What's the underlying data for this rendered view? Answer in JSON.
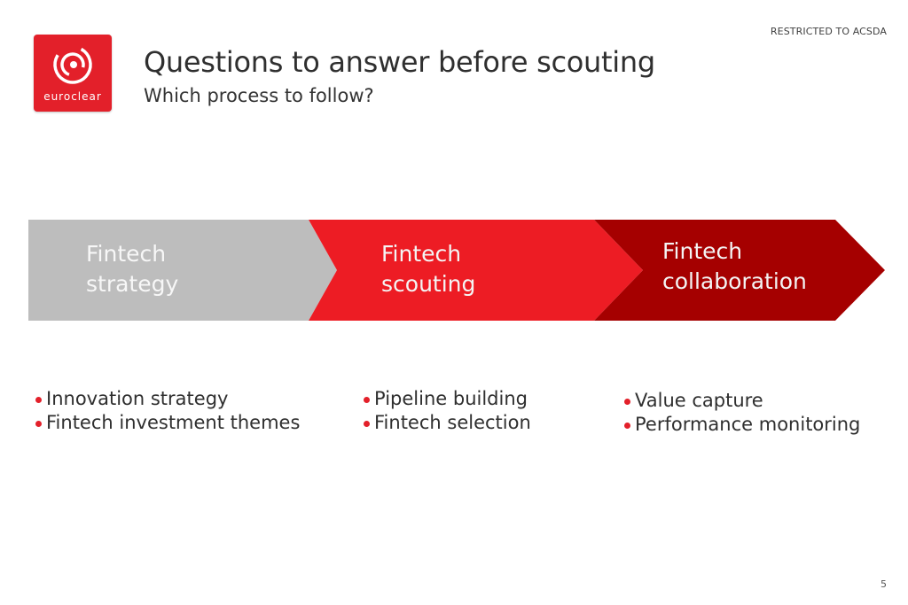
{
  "header": {
    "classification": "RESTRICTED TO ACSDA",
    "title": "Questions to answer before scouting",
    "subtitle": "Which process to follow?"
  },
  "logo": {
    "icon": "euroclear-swirl-icon",
    "text": "euroclear",
    "color": "#e3202a"
  },
  "process": {
    "stages": [
      {
        "label": "Fintech\nstrategy",
        "color": "#bdbdbd",
        "bullets": [
          "Innovation strategy",
          "Fintech investment themes"
        ]
      },
      {
        "label": "Fintech\nscouting",
        "color": "#ed1c24",
        "bullets": [
          "Pipeline building",
          "Fintech selection"
        ]
      },
      {
        "label": "Fintech\ncollaboration",
        "color": "#a50000",
        "bullets": [
          "Value capture",
          "Performance monitoring"
        ]
      }
    ]
  },
  "footer": {
    "page_number": "5"
  }
}
